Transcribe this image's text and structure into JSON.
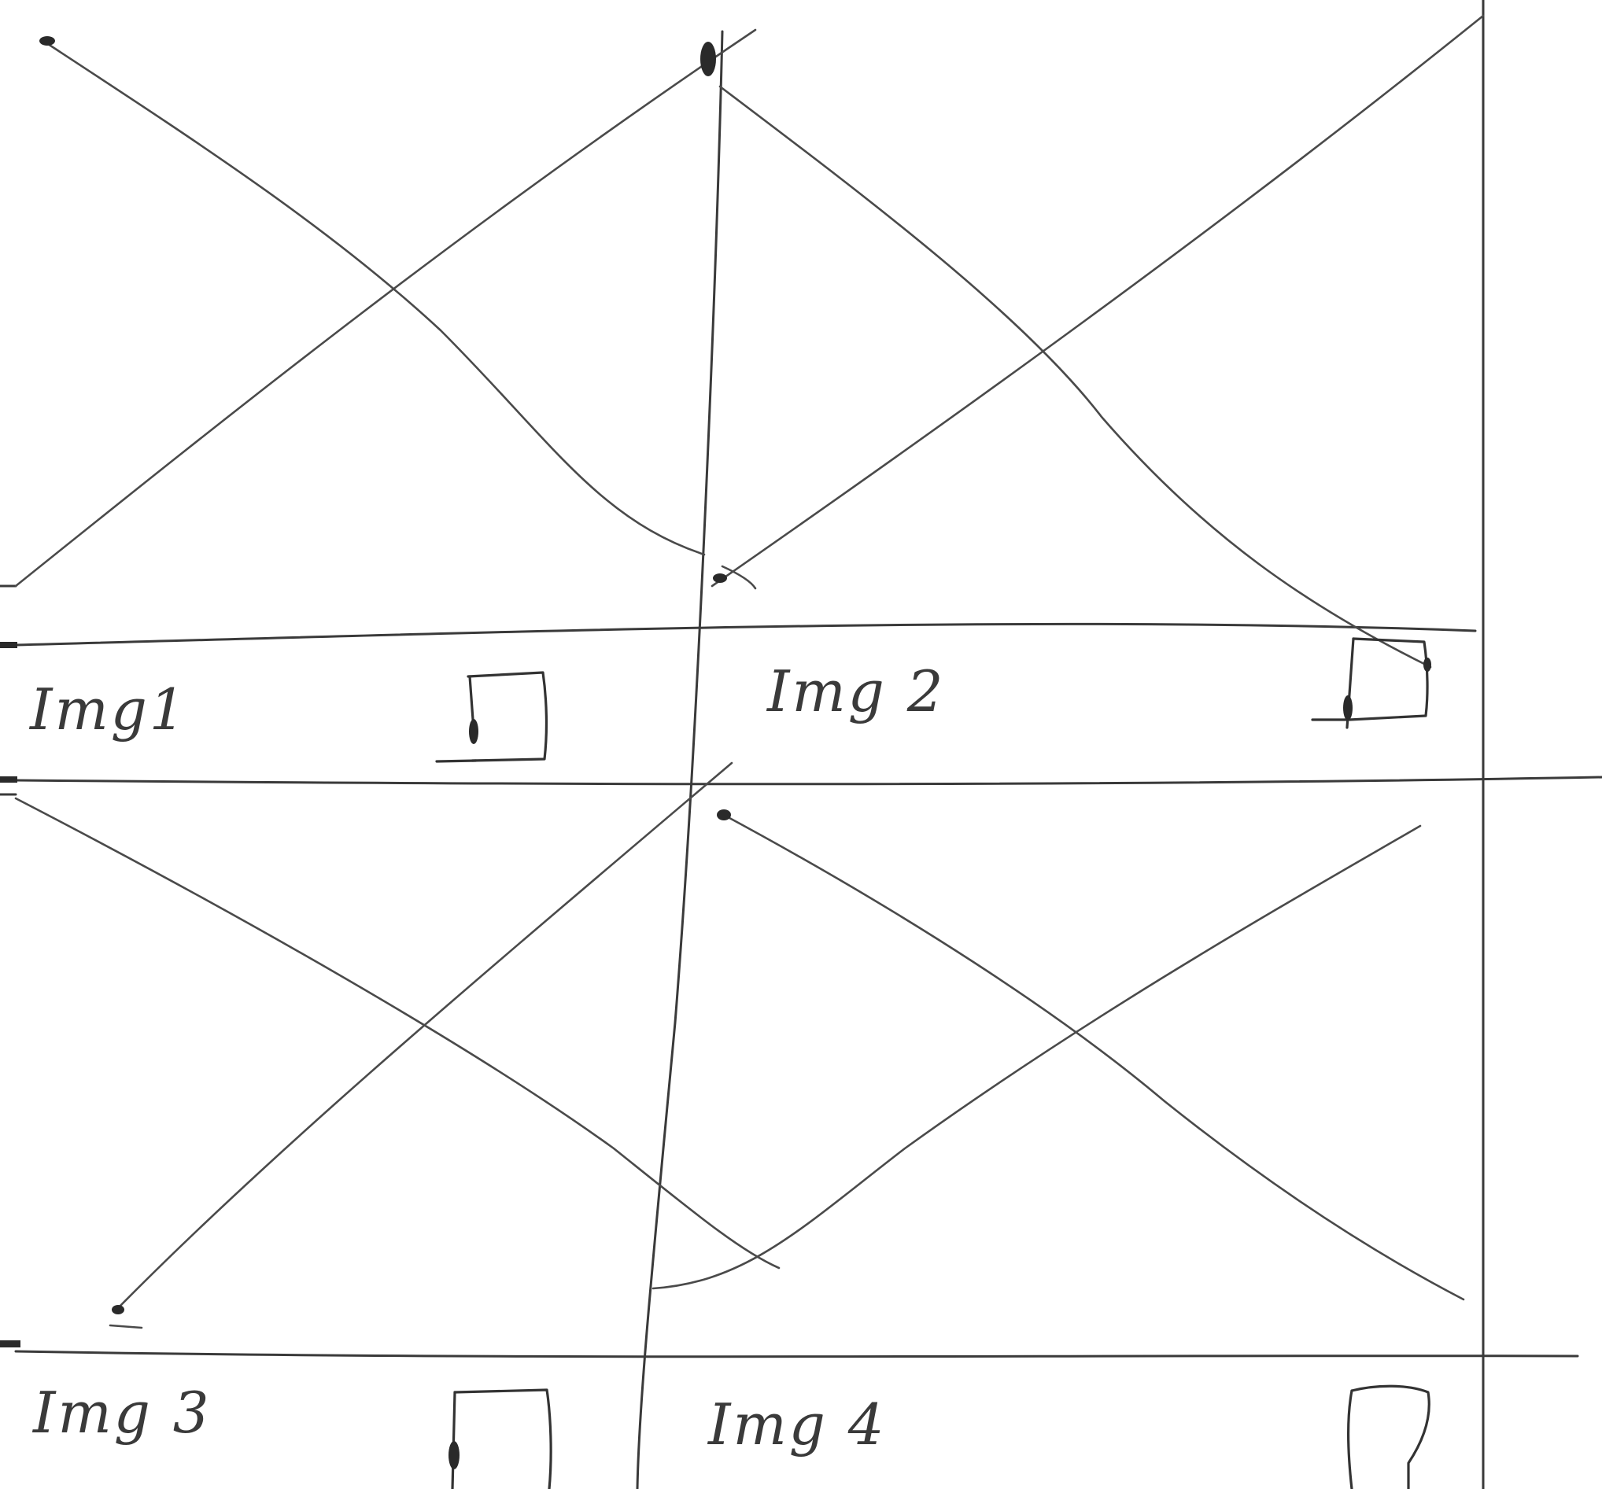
{
  "tiles": [
    {
      "caption": "Img1",
      "checkbox_checked": false,
      "image_icon": "image-placeholder-icon"
    },
    {
      "caption": "Img 2",
      "checkbox_checked": false,
      "image_icon": "image-placeholder-icon"
    },
    {
      "caption": "Img 3",
      "checkbox_checked": false,
      "image_icon": "image-placeholder-icon"
    },
    {
      "caption": "Img 4",
      "checkbox_checked": false,
      "image_icon": "image-placeholder-icon"
    }
  ],
  "colors": {
    "ink": "#444444",
    "paper": "#ffffff"
  }
}
